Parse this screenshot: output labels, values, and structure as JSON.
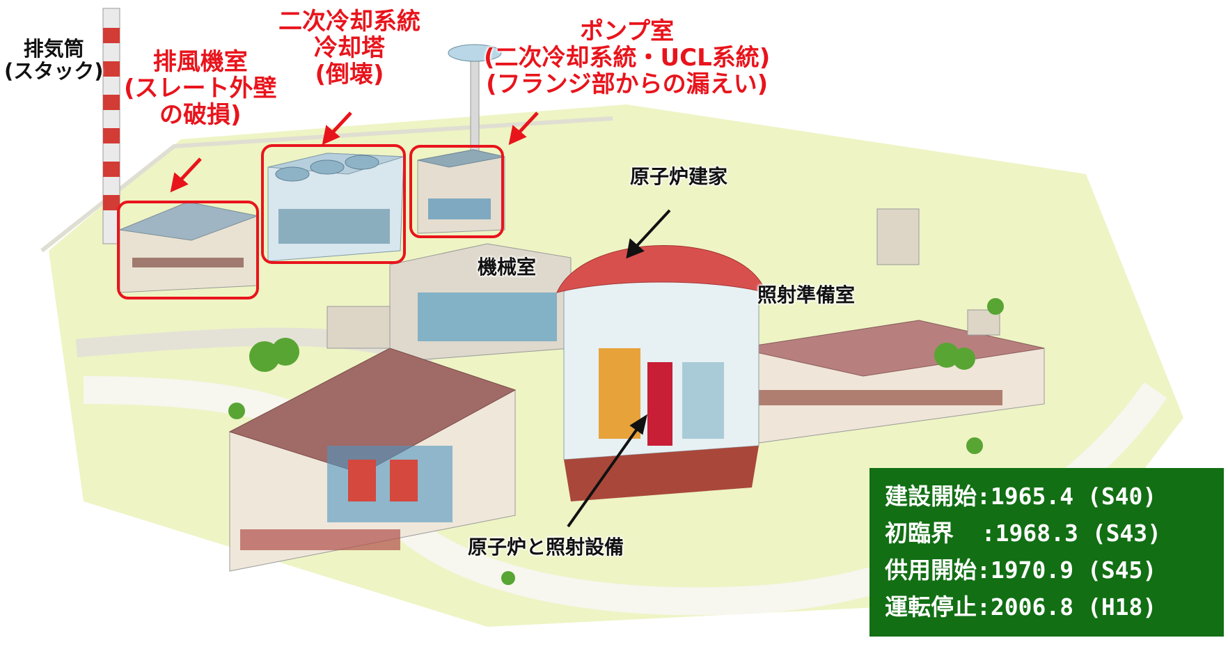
{
  "labels": {
    "stack": [
      "排気筒",
      "(スタック)"
    ],
    "exhaust_room": [
      "排風機室",
      "(スレート外壁",
      "の破損)"
    ],
    "cooling_tower": [
      "二次冷却系統",
      "冷却塔",
      "(倒壊)"
    ],
    "pump_room": [
      "ポンプ室",
      "(二次冷却系統・UCL系統)",
      "(フランジ部からの漏えい)"
    ],
    "reactor_building": "原子炉建家",
    "machine_room": "機械室",
    "irradiation_prep_room": "照射準備室",
    "reactor_and_irradiation": "原子炉と照射設備"
  },
  "history": [
    {
      "label": "建設開始",
      "value": "1965.4 (S40)"
    },
    {
      "label": "初臨界  ",
      "value": "1968.3 (S43)"
    },
    {
      "label": "供用開始",
      "value": "1970.9 (S45)"
    },
    {
      "label": "運転停止",
      "value": "2006.8 (H18)"
    }
  ],
  "colors": {
    "highlight": "#e8141c",
    "history_box": "#126f14",
    "dome": "#d8504e",
    "roof": "#b57b7b",
    "grass": "#eaf2b4",
    "road": "#f5f4ec"
  }
}
